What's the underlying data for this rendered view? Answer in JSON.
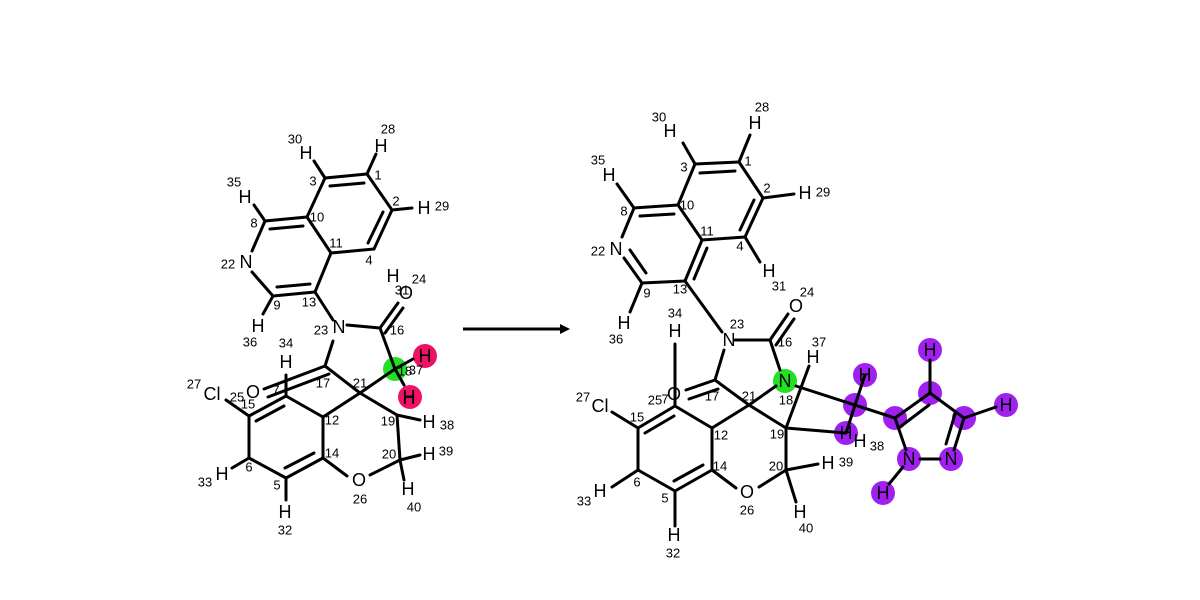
{
  "colors": {
    "bond": "#000000",
    "highlight_green": "#22e022",
    "highlight_pink": "#ee1166",
    "highlight_purple": "#a020f0"
  },
  "reactant": {
    "atoms": [
      {
        "text": "H"
      },
      {
        "text": "H"
      },
      {
        "text": "H"
      },
      {
        "text": "H"
      },
      {
        "text": "H"
      },
      {
        "text": "N"
      },
      {
        "text": "H"
      },
      {
        "text": "N"
      },
      {
        "text": "O"
      },
      {
        "text": "H"
      },
      {
        "text": "H"
      },
      {
        "text": "O"
      },
      {
        "text": "Cl"
      },
      {
        "text": "H"
      },
      {
        "text": "H"
      },
      {
        "text": "O"
      },
      {
        "text": "H"
      },
      {
        "text": "H"
      },
      {
        "text": "H"
      },
      {
        "text": "H"
      },
      {
        "text": "H"
      }
    ],
    "numbers": [
      "30",
      "28",
      "35",
      "3",
      "1",
      "10",
      "2",
      "29",
      "8",
      "11",
      "22",
      "4",
      "24",
      "9",
      "13",
      "31",
      "23",
      "16",
      "36",
      "34",
      "27",
      "25",
      "15",
      "17",
      "21",
      "18",
      "37",
      "12",
      "19",
      "38",
      "33",
      "6",
      "14",
      "20",
      "39",
      "5",
      "26",
      "32",
      "40",
      "7"
    ]
  },
  "product": {
    "atoms": [
      {
        "text": "H"
      },
      {
        "text": "H"
      },
      {
        "text": "H"
      },
      {
        "text": "H"
      },
      {
        "text": "N"
      },
      {
        "text": "H"
      },
      {
        "text": "O"
      },
      {
        "text": "H"
      },
      {
        "text": "N"
      },
      {
        "text": "H"
      },
      {
        "text": "O"
      },
      {
        "text": "Cl"
      },
      {
        "text": "N"
      },
      {
        "text": "H"
      },
      {
        "text": "H"
      },
      {
        "text": "H"
      },
      {
        "text": "H"
      },
      {
        "text": "O"
      },
      {
        "text": "H"
      },
      {
        "text": "H"
      },
      {
        "text": "H"
      },
      {
        "text": "H"
      },
      {
        "text": "H"
      },
      {
        "text": "N"
      },
      {
        "text": "N"
      },
      {
        "text": "H"
      },
      {
        "text": "H"
      }
    ],
    "numbers": [
      "30",
      "28",
      "35",
      "3",
      "1",
      "2",
      "29",
      "10",
      "8",
      "11",
      "22",
      "4",
      "9",
      "13",
      "31",
      "24",
      "34",
      "23",
      "16",
      "37",
      "36",
      "27",
      "15",
      "25",
      "7",
      "17",
      "21",
      "18",
      "12",
      "19",
      "38",
      "6",
      "14",
      "20",
      "39",
      "33",
      "5",
      "26",
      "32",
      "40"
    ]
  }
}
